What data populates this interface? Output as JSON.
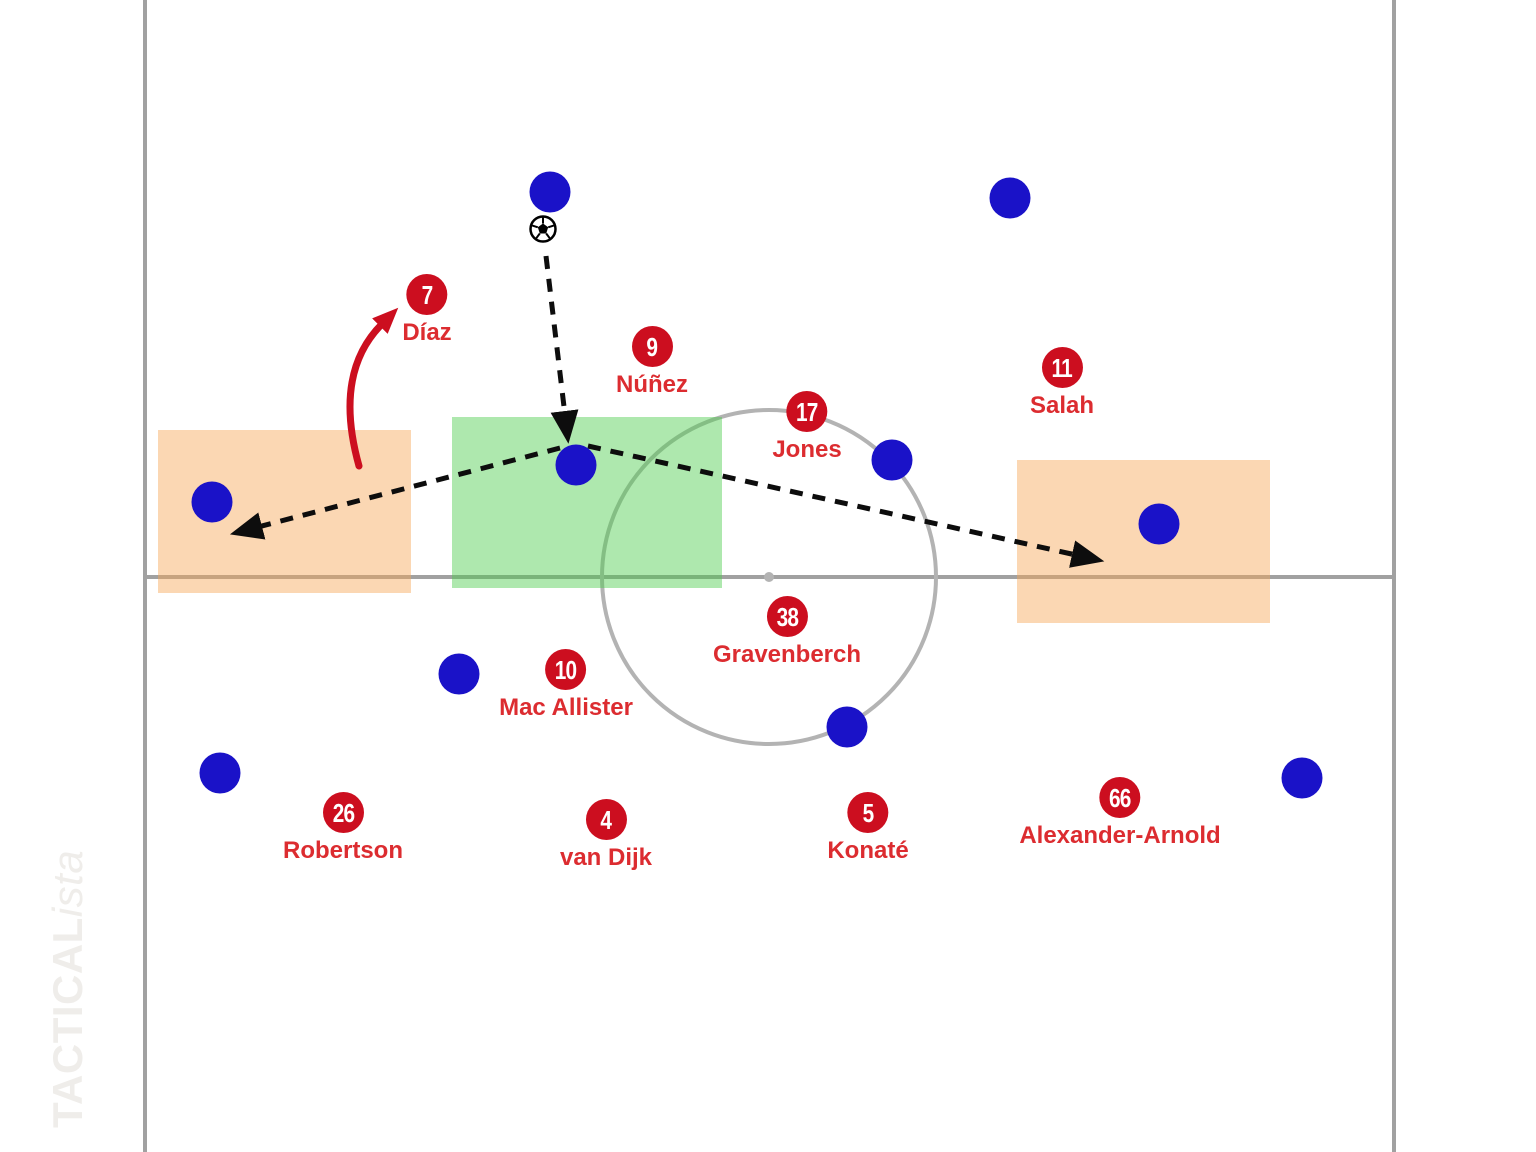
{
  "board": {
    "watermark": {
      "brand_bold": "TACTICAL",
      "brand_italic": "ista"
    }
  },
  "icons": {
    "soccer-ball-icon": "⚽"
  },
  "colors": {
    "badge_red": "#cc0e1f",
    "label_red": "#dc2c30",
    "run_arrow_red": "#cc0e1f",
    "opponent_blue": "#1a12c8",
    "pass_arrow_black": "#0d0d0d",
    "zone_orange": "rgba(246,166,86,0.45)",
    "zone_green": "rgba(75,203,75,0.45)",
    "pitch_line_gray": "#a1a1a1",
    "center_circle_gray": "#b3b3b3"
  },
  "players": [
    {
      "number": "7",
      "name": "Díaz"
    },
    {
      "number": "9",
      "name": "Núñez"
    },
    {
      "number": "17",
      "name": "Jones"
    },
    {
      "number": "11",
      "name": "Salah"
    },
    {
      "number": "38",
      "name": "Gravenberch"
    },
    {
      "number": "10",
      "name": "Mac Allister"
    },
    {
      "number": "26",
      "name": "Robertson"
    },
    {
      "number": "4",
      "name": "van Dijk"
    },
    {
      "number": "5",
      "name": "Konaté"
    },
    {
      "number": "66",
      "name": "Alexander-Arnold"
    }
  ]
}
